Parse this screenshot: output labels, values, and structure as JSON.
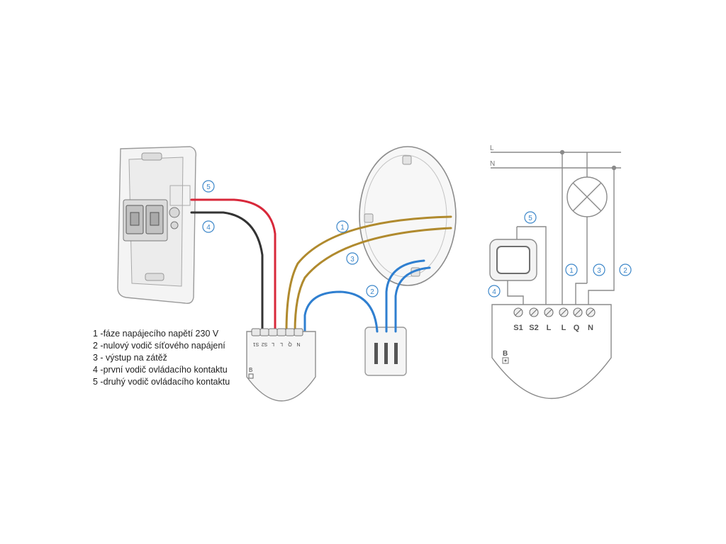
{
  "legend": [
    "1 -fáze napájecího napětí 230 V",
    "2 -nulový vodič síťového napájení",
    "3 - výstup na zátěž",
    "4 -první vodič ovládacího kontaktu",
    "5 -druhý vodič ovládacího kontaktu"
  ],
  "wire_labels": {
    "w1": "1",
    "w2": "2",
    "w3": "3",
    "w4": "4",
    "w5": "5",
    "s1": "1",
    "s2": "2",
    "s3": "3",
    "s4": "4",
    "s5": "5"
  },
  "module_left": {
    "terminals": [
      "S1",
      "S2",
      "L",
      "L",
      "Q",
      "N"
    ],
    "button": "B"
  },
  "schematic": {
    "bus_L": "L",
    "bus_N": "N",
    "terminals": [
      "S1",
      "S2",
      "L",
      "L",
      "Q",
      "N"
    ],
    "button": "B"
  },
  "colors": {
    "phase": "#b08a2e",
    "neutral": "#2f7fd0",
    "switch_red": "#d8283a",
    "switch_black": "#333333",
    "label_blue": "#3b86c9",
    "gray_line": "#8a8a8a"
  }
}
